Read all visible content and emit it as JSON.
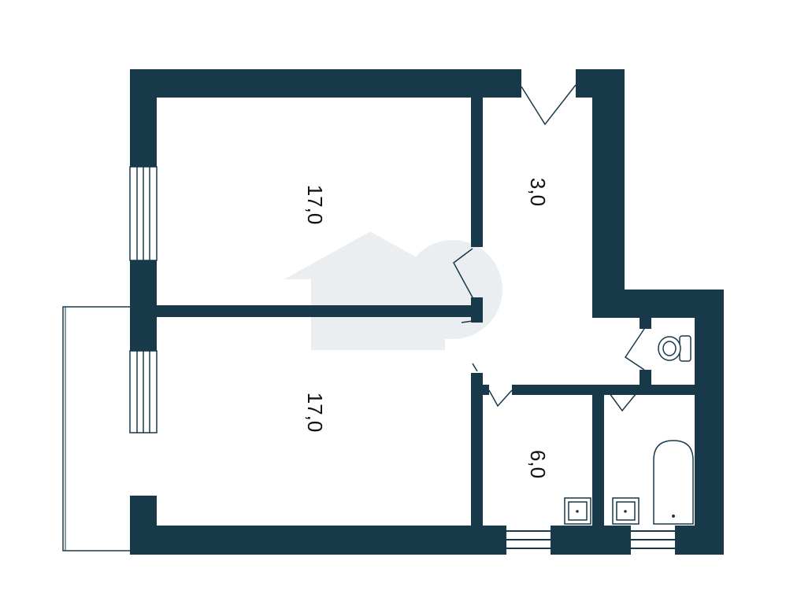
{
  "rooms": [
    {
      "id": "room-top",
      "area_label": "17,0"
    },
    {
      "id": "hall",
      "area_label": "3,0"
    },
    {
      "id": "room-bottom",
      "area_label": "17,0"
    },
    {
      "id": "kitchen",
      "area_label": "6,0"
    }
  ],
  "colors": {
    "wall": "#17394a",
    "background": "#ffffff",
    "watermark": "#e9edf0"
  },
  "watermark_icon": "house-logo"
}
